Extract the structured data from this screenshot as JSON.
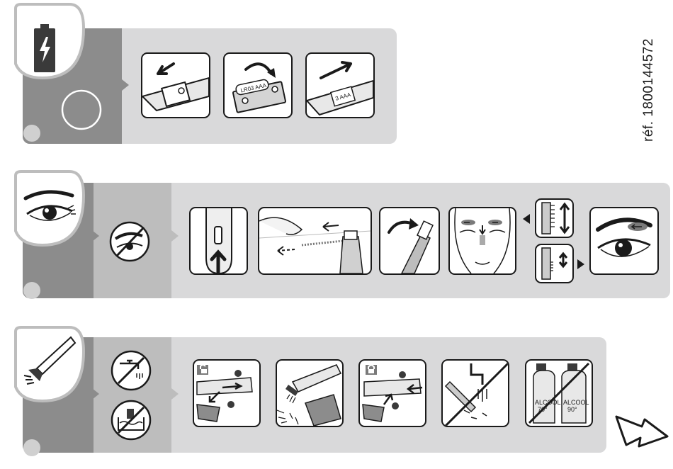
{
  "reference": "réf. 1800144572",
  "battery": {
    "label_insert": "LR03 AAA",
    "label_closed": "3 AAA",
    "polarity_plus": "+",
    "polarity_minus": "−"
  },
  "cleaning": {
    "alcohol_label_left": "ALCOOL",
    "alcohol_value_left": "70°",
    "alcohol_label_right": "ALCOOL",
    "alcohol_value_right": "90°"
  },
  "colors": {
    "band": "#d9d9da",
    "dark_panel": "#8c8c8c",
    "mid_panel": "#bdbdbd",
    "ink": "#1a1a1a",
    "highlight": "#7a7a7a"
  },
  "icons": [
    "battery-icon",
    "eye-icon",
    "trimmer-head-icon",
    "no-running-water-icon",
    "no-immersion-icon",
    "next-page-arrow-icon"
  ]
}
